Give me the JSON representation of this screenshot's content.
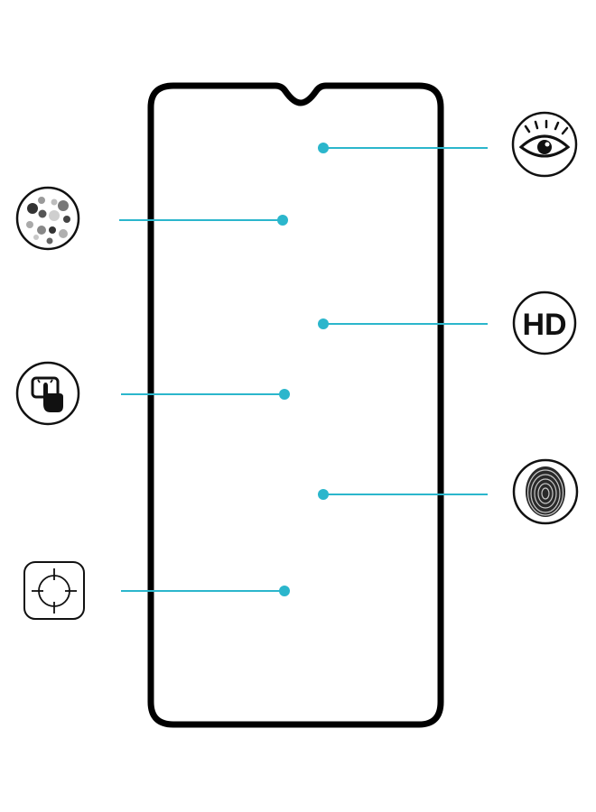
{
  "colors": {
    "accent": "#2bb6cc",
    "frame": "#000000",
    "icon_stroke": "#111111",
    "background": "#ffffff"
  },
  "callouts": [
    {
      "side": "right",
      "icon": "eye-icon"
    },
    {
      "side": "left",
      "icon": "dust-particles-icon"
    },
    {
      "side": "right",
      "icon": "hd-icon",
      "label": "HD"
    },
    {
      "side": "left",
      "icon": "touch-screen-icon"
    },
    {
      "side": "right",
      "icon": "fingerprint-icon"
    },
    {
      "side": "left",
      "icon": "crosshair-icon"
    }
  ]
}
